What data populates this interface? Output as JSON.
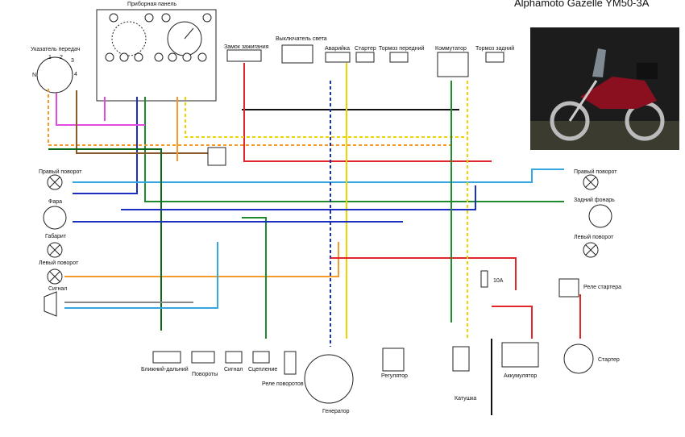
{
  "title": "Alphamoto Gazelle YM50-3A",
  "labels": {
    "dashboard": "Приборная панель",
    "gear_indicator": "Указатель передач",
    "ignition": "Замок зажигания",
    "light_switch": "Выключатель света",
    "hazard": "Аварийка",
    "starter_btn": "Стартер",
    "front_brake": "Тормоз передний",
    "commutator": "Коммутатор",
    "rear_brake": "Тормоз задний",
    "right_turn_front": "Правый поворот",
    "headlight": "Фара",
    "parking": "Габарит",
    "left_turn_front": "Левый поворот",
    "horn": "Сигнал",
    "right_turn_rear": "Правый поворот",
    "tail_light": "Задний фонарь",
    "left_turn_rear": "Левый поворот",
    "starter_relay": "Реле стартера",
    "fuse": "10А",
    "battery": "Аккумулятор",
    "starter_motor": "Стартер",
    "high_low": "Ближний-дальний",
    "turns": "Повороты",
    "signal": "Сигнал",
    "clutch": "Сцепление",
    "turn_relay": "Реле поворотов",
    "generator": "Генератор",
    "regulator": "Регулятор",
    "coil": "Катушка",
    "n": "N",
    "g1": "1",
    "g2": "2",
    "g3": "3",
    "g4": "4"
  },
  "colors": {
    "red": "#e0262b",
    "black": "#111111",
    "green": "#1f8a2e",
    "yellow": "#f0d400",
    "orange": "#f39a2b",
    "blue": "#1a2fbf",
    "lightblue": "#35a7e0",
    "pink": "#e14be0",
    "white": "#bbbbbb",
    "brown": "#8a5a2b",
    "darkgreen": "#0a6a1a",
    "gray": "#888888"
  }
}
